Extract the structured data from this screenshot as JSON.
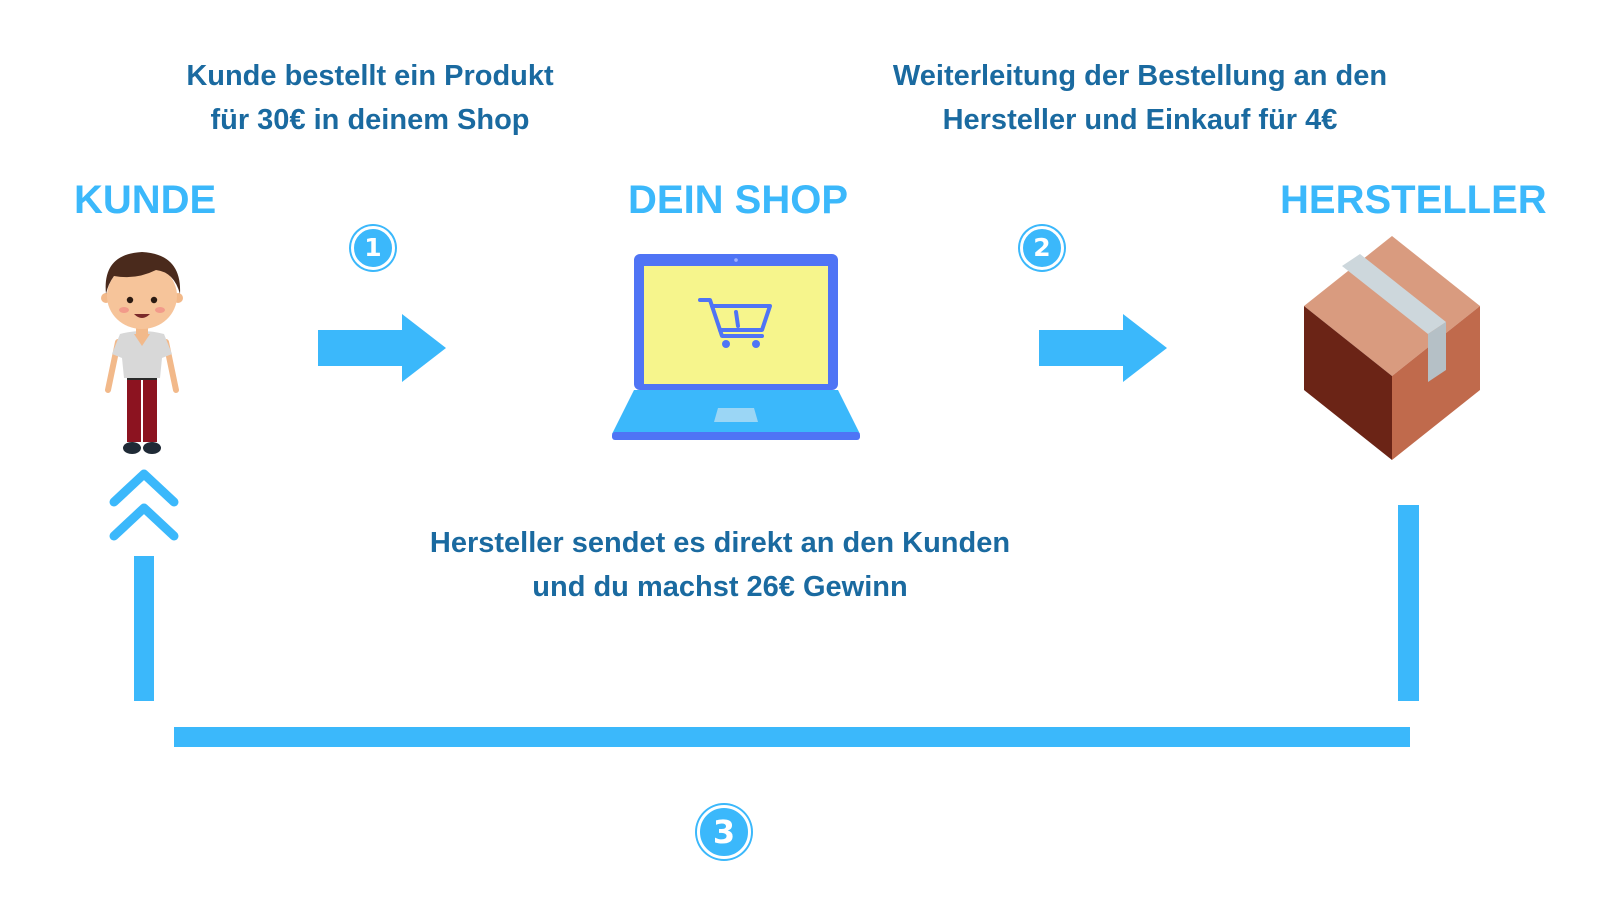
{
  "steps": {
    "order": {
      "number": "1",
      "lines": [
        "Kunde bestellt ein Produkt",
        "für 30€ in deinem Shop"
      ]
    },
    "forward": {
      "number": "2",
      "lines": [
        "Weiterleitung der Bestellung an den",
        "Hersteller und Einkauf für 4€"
      ]
    },
    "delivery": {
      "number": "3",
      "lines": [
        "Hersteller sendet es direkt an den Kunden",
        "und du machst 26€ Gewinn"
      ]
    }
  },
  "actors": {
    "customer": "KUNDE",
    "shop": "DEIN SHOP",
    "manufacturer": "HERSTELLER"
  },
  "colors": {
    "accent": "#3bb8fb",
    "caption_text": "#1a6aa0",
    "laptop_frame": "#4f74f5",
    "laptop_screen": "#f6f58c",
    "box_light": "#d99b7f",
    "box_dark": "#6b2416",
    "box_side": "#c06a4c",
    "tape": "#cdd7dc"
  },
  "icons": [
    "customer-person-icon",
    "laptop-cart-icon",
    "package-box-icon",
    "arrow-right-icon",
    "double-chevron-up-icon"
  ]
}
